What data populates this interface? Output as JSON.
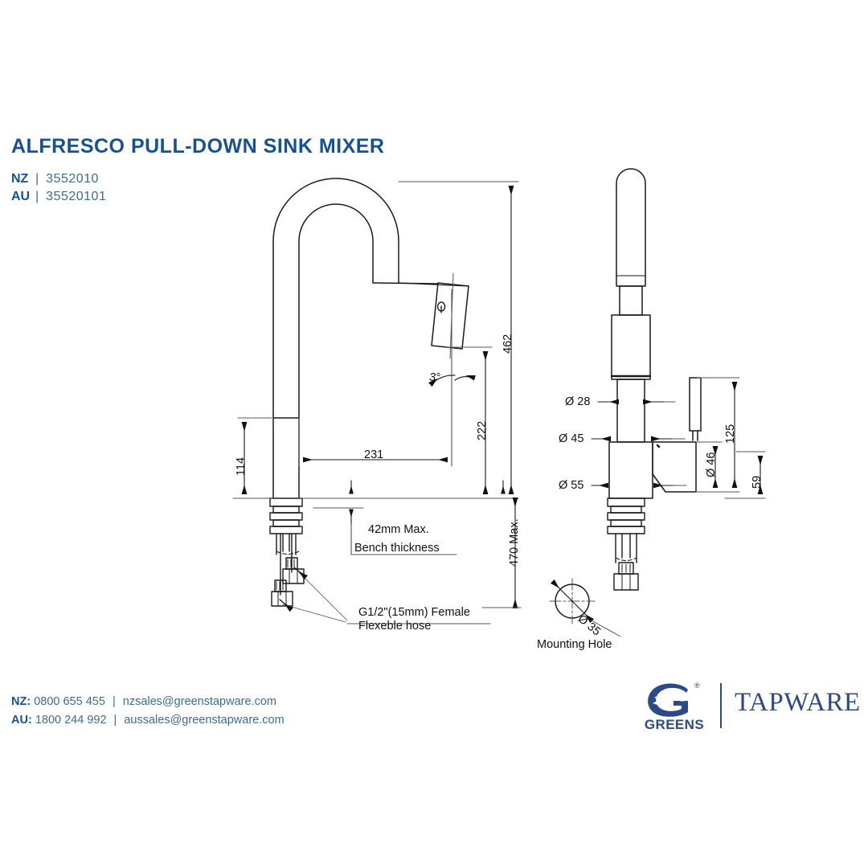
{
  "header": {
    "title": "ALFRESCO PULL-DOWN SINK MIXER",
    "codes": [
      {
        "region": "NZ",
        "separator": "|",
        "code": "3552010"
      },
      {
        "region": "AU",
        "separator": "|",
        "code": "35520101"
      }
    ]
  },
  "footer": {
    "contacts": [
      {
        "label": "NZ:",
        "phone": "0800 655 455",
        "separator": "|",
        "email": "nzsales@greenstapware.com"
      },
      {
        "label": "AU:",
        "phone": "1800 244 992",
        "separator": "|",
        "email": "aussales@greenstapware.com"
      }
    ],
    "logo": {
      "brand": "GREENS",
      "registered": "®",
      "product": "TAPWARE"
    }
  },
  "drawing": {
    "side_view": {
      "dimensions": {
        "overall_height": "462",
        "spout_outlet_height": "222",
        "spout_reach": "231",
        "body_height": "114",
        "angle": "3°",
        "below_bench": "470 Max."
      },
      "notes": {
        "bench_line1": "42mm Max.",
        "bench_line2": "Bench thickness",
        "hose_line1": "G1/2\"(15mm) Female",
        "hose_line2": "Flexeble hose"
      }
    },
    "front_view": {
      "dimensions": {
        "spray_head_dia": "Ø 28",
        "upper_body_dia": "Ø 45",
        "base_dia": "Ø 55",
        "handle_dia": "Ø 46",
        "handle_height": "125",
        "handle_offset": "59"
      }
    },
    "mounting_hole": {
      "diameter": "Ø 35",
      "label": "Mounting Hole"
    }
  },
  "colors": {
    "brand_blue": "#155197",
    "code_blue": "#3A6E94",
    "logo_blue": "#2C4A87",
    "line": "#1a1a1a"
  }
}
